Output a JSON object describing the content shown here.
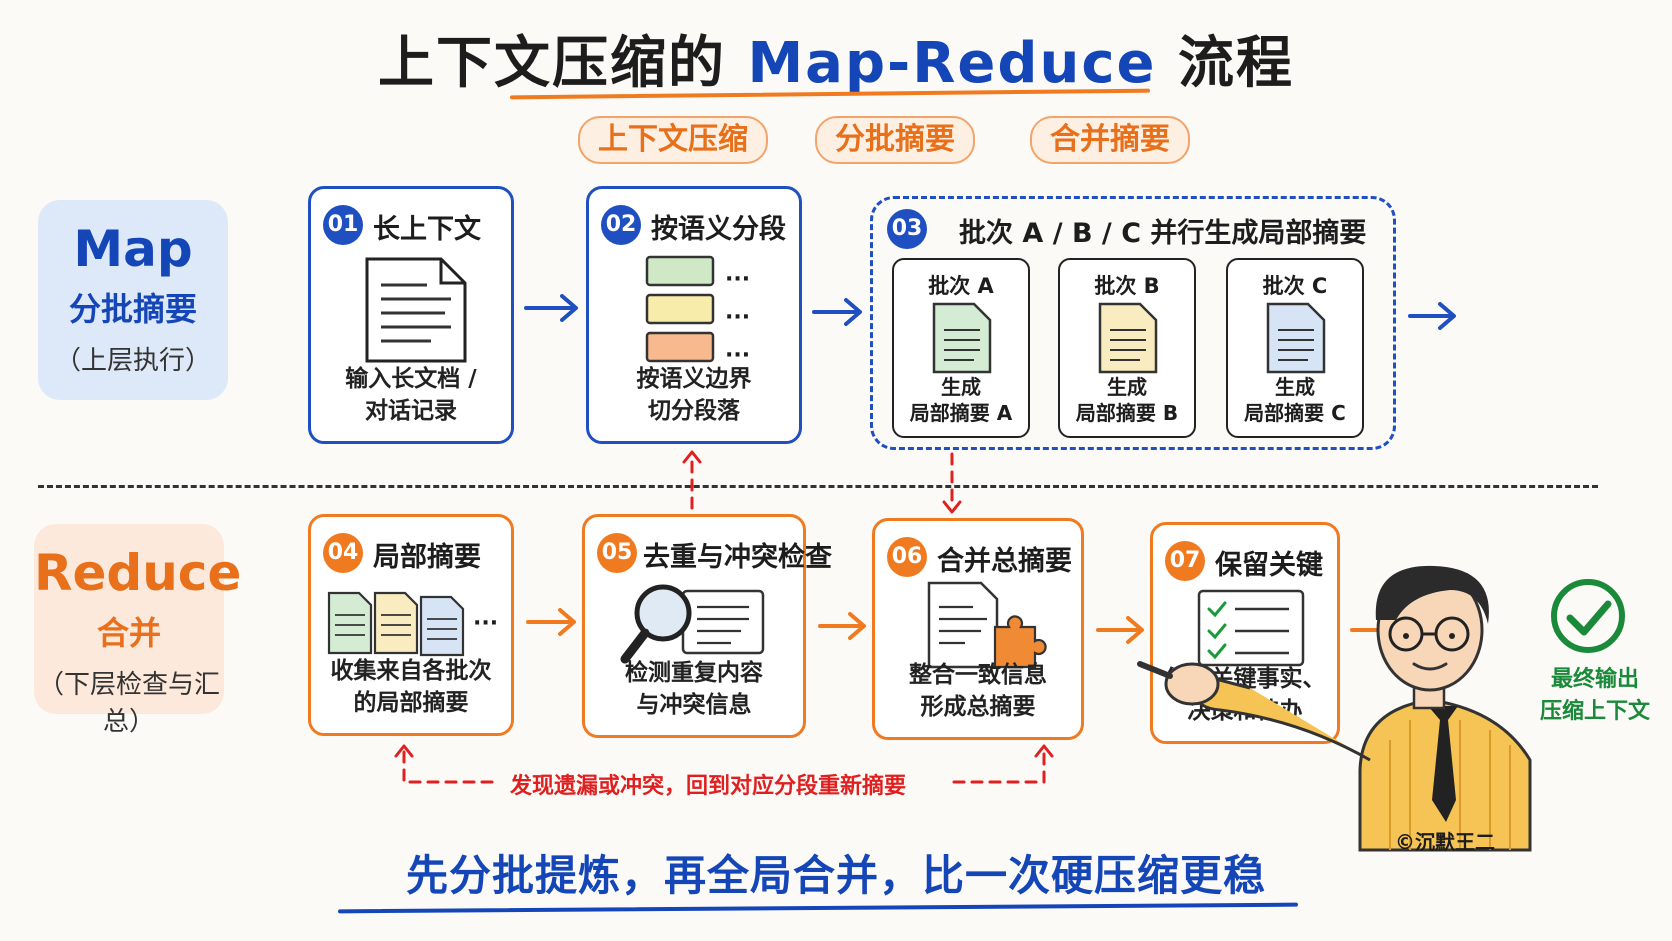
{
  "title": {
    "prefix": "上下文压缩的 ",
    "highlight": "Map-Reduce",
    "suffix": " 流程"
  },
  "tags": [
    "上下文压缩",
    "分批摘要",
    "合并摘要"
  ],
  "map_band": {
    "name": "Map",
    "subtitle": "分批摘要",
    "note": "（上层执行）"
  },
  "reduce_band": {
    "name": "Reduce",
    "subtitle": "合并",
    "note": "（下层检查与汇总）"
  },
  "steps": [
    {
      "num": "01",
      "title": "长上下文",
      "desc1": "输入长文档 /",
      "desc2": "对话记录"
    },
    {
      "num": "02",
      "title": "按语义分段",
      "desc1": "按语义边界",
      "desc2": "切分段落",
      "dots": "···"
    },
    {
      "num": "03",
      "title": "批次 A / B / C 并行生成局部摘要"
    },
    {
      "num": "04",
      "title": "局部摘要",
      "desc1": "收集来自各批次",
      "desc2": "的局部摘要",
      "dots": "···"
    },
    {
      "num": "05",
      "title": "去重与冲突检查",
      "desc1": "检测重复内容",
      "desc2": "与冲突信息"
    },
    {
      "num": "06",
      "title": "合并总摘要",
      "desc1": "整合一致信息",
      "desc2": "形成总摘要"
    },
    {
      "num": "07",
      "title": "保留关键",
      "desc1": "保留关键事实、",
      "desc2": "决策和待办"
    }
  ],
  "batches": [
    {
      "label": "批次 A",
      "desc1": "生成",
      "desc2": "局部摘要 A",
      "color": "#d4ecd4"
    },
    {
      "label": "批次 B",
      "desc1": "生成",
      "desc2": "局部摘要 B",
      "color": "#f8ecc0"
    },
    {
      "label": "批次 C",
      "desc1": "生成",
      "desc2": "局部摘要 C",
      "color": "#d6e4f6"
    }
  ],
  "loop_text": "发现遗漏或冲突，回到对应分段重新摘要",
  "final": {
    "line1": "最终输出",
    "line2": "压缩上下文"
  },
  "credit": "©沉默王二",
  "bottom_text": "先分批提炼，再全局合并，比一次硬压缩更稳",
  "colors": {
    "blue": "#1f4fc0",
    "orange": "#f07a20",
    "green": "#1a8a3a",
    "red": "#e02020"
  }
}
